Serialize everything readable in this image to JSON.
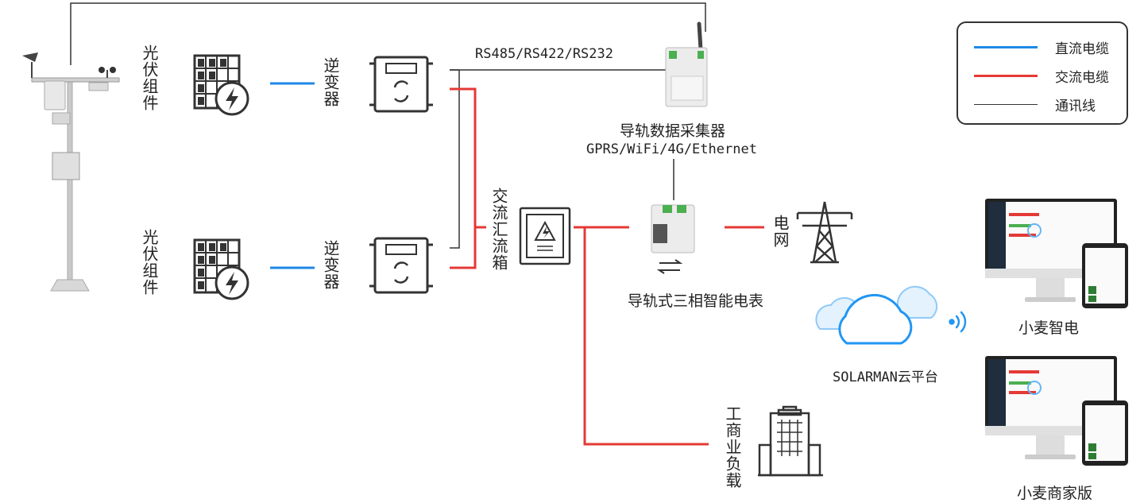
{
  "colors": {
    "dc": "#1e88e5",
    "ac": "#e53935",
    "comm": "#333333",
    "cloud": "#2196f3"
  },
  "labels": {
    "pv_top": "光伏组件",
    "pv_bottom": "光伏组件",
    "inverter_top": "逆变器",
    "inverter_bottom": "逆变器",
    "combiner": "交流汇流箱",
    "protocol": "RS485/RS422/RS232",
    "collector": "导轨数据采集器",
    "collector_net": "GPRS/WiFi/4G/Ethernet",
    "meter": "导轨式三相智能电表",
    "grid": "电网",
    "load": "工商业负载",
    "cloud": "SOLARMAN云平台",
    "app_top": "小麦智电",
    "app_bottom": "小麦商家版"
  },
  "legend": [
    {
      "label": "直流电缆",
      "color": "#1e88e5"
    },
    {
      "label": "交流电缆",
      "color": "#e53935"
    },
    {
      "label": "通讯线",
      "color": "#333333"
    }
  ],
  "icons": [
    "weather-station-icon",
    "solar-panel-icon",
    "inverter-icon",
    "combiner-box-icon",
    "data-collector-icon",
    "smart-meter-icon",
    "transmission-tower-icon",
    "building-icon",
    "cloud-icon",
    "wifi-signal-icon",
    "monitor-icon",
    "tablet-icon"
  ]
}
